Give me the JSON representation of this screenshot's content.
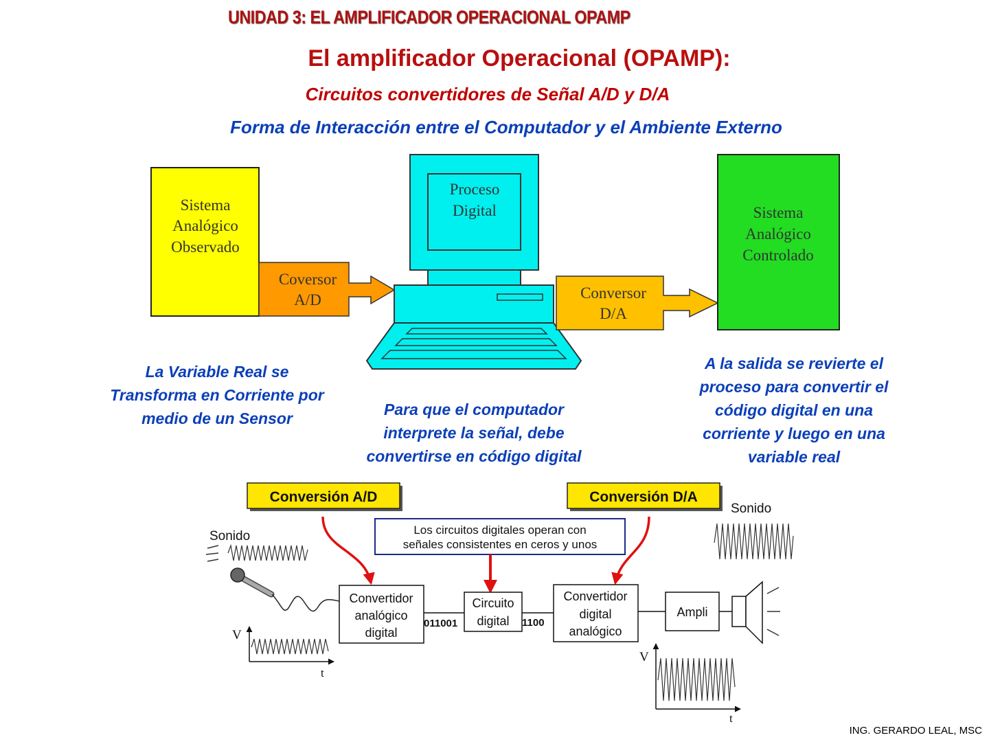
{
  "header": {
    "unit_title": "UNIDAD 3: EL AMPLIFICADOR OPERACIONAL OPAMP",
    "main_title": "El amplificador Operacional (OPAMP):",
    "subtitle": "Circuitos convertidores de Señal A/D y D/A",
    "section_title": "Forma de Interacción entre el Computador y el Ambiente Externo"
  },
  "top_diagram": {
    "observed_system": [
      "Sistema",
      "Analógico",
      "Observado"
    ],
    "ad_converter": [
      "Coversor",
      "A/D"
    ],
    "digital_process": [
      "Proceso",
      "Digital"
    ],
    "da_converter": [
      "Conversor",
      "D/A"
    ],
    "controlled_system": [
      "Sistema",
      "Analógico",
      "Controlado"
    ]
  },
  "notes": {
    "left": [
      "La Variable Real se",
      "Transforma en Corriente por",
      "medio de un Sensor"
    ],
    "center": [
      "Para que el computador",
      "interprete la señal, debe",
      "convertirse en código digital"
    ],
    "right": [
      "A la salida se revierte el",
      "proceso para convertir el",
      "código digital en una",
      "corriente y luego en una",
      "variable real"
    ]
  },
  "bottom_diagram": {
    "ad_label": "Conversión A/D",
    "da_label": "Conversión D/A",
    "sound_in": "Sonido",
    "sound_out": "Sonido",
    "info_box": [
      "Los circuitos digitales operan con",
      "señales consistentes en ceros y unos"
    ],
    "adc_block": [
      "Convertidor",
      "analógico",
      "digital"
    ],
    "circuit_block": [
      "Circuito",
      "digital"
    ],
    "dac_block": [
      "Convertidor",
      "digital",
      "analógico"
    ],
    "amp_block": "Ampli",
    "bits_in": "011001",
    "bits_out": "1100",
    "axis_v": "V",
    "axis_t": "t"
  },
  "footer": {
    "author": "ING. GERARDO LEAL, MSC"
  },
  "colors": {
    "title_red": "#b80f0f",
    "text_blue": "#0b3fb8",
    "observed_yellow": "#ffff00",
    "ad_orange": "#ff9900",
    "computer_cyan": "#00f0f0",
    "da_gold": "#ffc000",
    "controlled_green": "#22dd22",
    "label_yellow": "#ffe600"
  }
}
